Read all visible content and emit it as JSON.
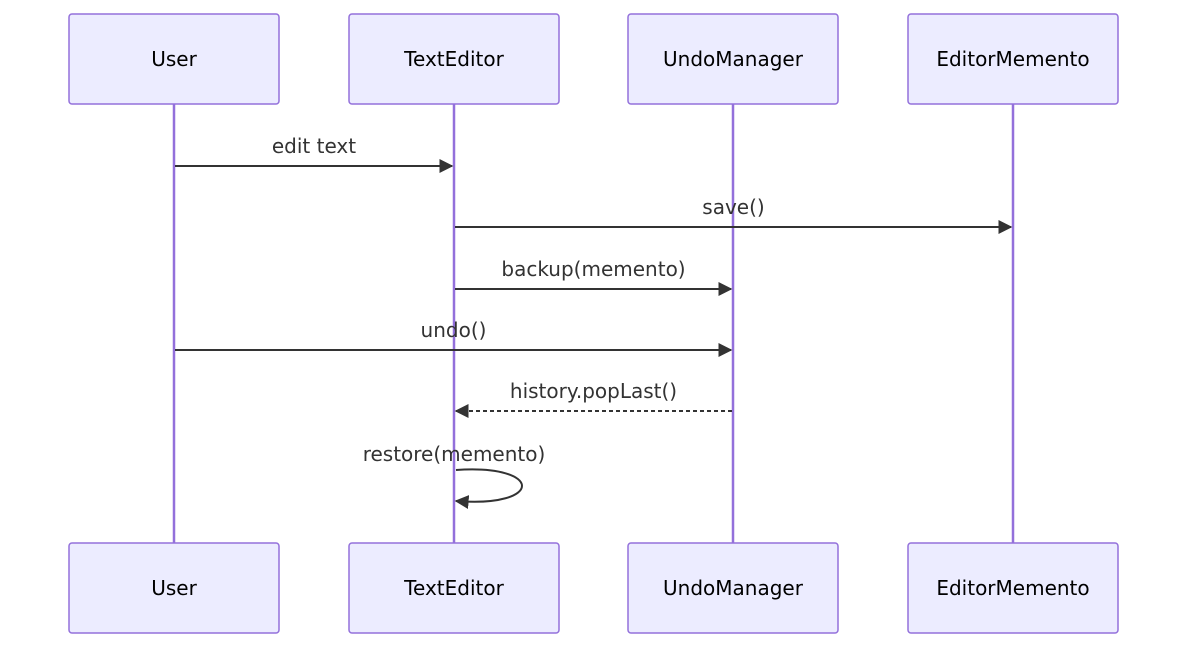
{
  "participants": [
    {
      "id": "user",
      "label": "User"
    },
    {
      "id": "texteditor",
      "label": "TextEditor"
    },
    {
      "id": "undomanager",
      "label": "UndoManager"
    },
    {
      "id": "editormemento",
      "label": "EditorMemento"
    }
  ],
  "messages": [
    {
      "from": "user",
      "to": "texteditor",
      "label": "edit text",
      "style": "solid"
    },
    {
      "from": "texteditor",
      "to": "editormemento",
      "label": "save()",
      "style": "solid"
    },
    {
      "from": "texteditor",
      "to": "undomanager",
      "label": "backup(memento)",
      "style": "solid"
    },
    {
      "from": "user",
      "to": "undomanager",
      "label": "undo()",
      "style": "solid"
    },
    {
      "from": "undomanager",
      "to": "texteditor",
      "label": "history.popLast()",
      "style": "dashed"
    },
    {
      "from": "texteditor",
      "to": "texteditor",
      "label": "restore(memento)",
      "style": "self"
    }
  ],
  "colors": {
    "actor_fill": "#ECECFF",
    "actor_stroke": "#9370DB",
    "lifeline": "#9370DB",
    "message": "#333333"
  }
}
